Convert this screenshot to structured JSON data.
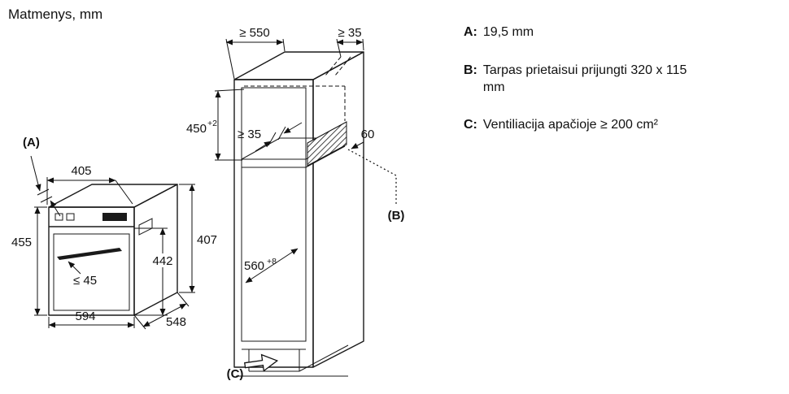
{
  "title": "Matmenys, mm",
  "legend": {
    "items": [
      {
        "key": "A:",
        "text": "19,5 mm"
      },
      {
        "key": "B:",
        "text": "Tarpas prietaisui prijungti 320 x 115 mm"
      },
      {
        "key": "C:",
        "text": "Ventiliacija apačioje ≥ 200 cm²"
      }
    ]
  },
  "oven": {
    "label_a": "(A)",
    "dim_top": "405",
    "dim_height": "455",
    "dim_handle": "≤ 45",
    "dim_width": "594",
    "dim_depth": "548",
    "dim_back_height": "407",
    "dim_front_height": "442"
  },
  "cabinet": {
    "dim_depth_min": "≥ 550",
    "dim_gap_top": "≥ 35",
    "dim_niche_height": "450",
    "dim_niche_height_sup": "+2",
    "dim_gap_inner": "≥ 35",
    "dim_connect": "60",
    "dim_niche_width": "560",
    "dim_niche_width_sup": "+8",
    "label_b": "(B)",
    "label_c": "(C)"
  }
}
